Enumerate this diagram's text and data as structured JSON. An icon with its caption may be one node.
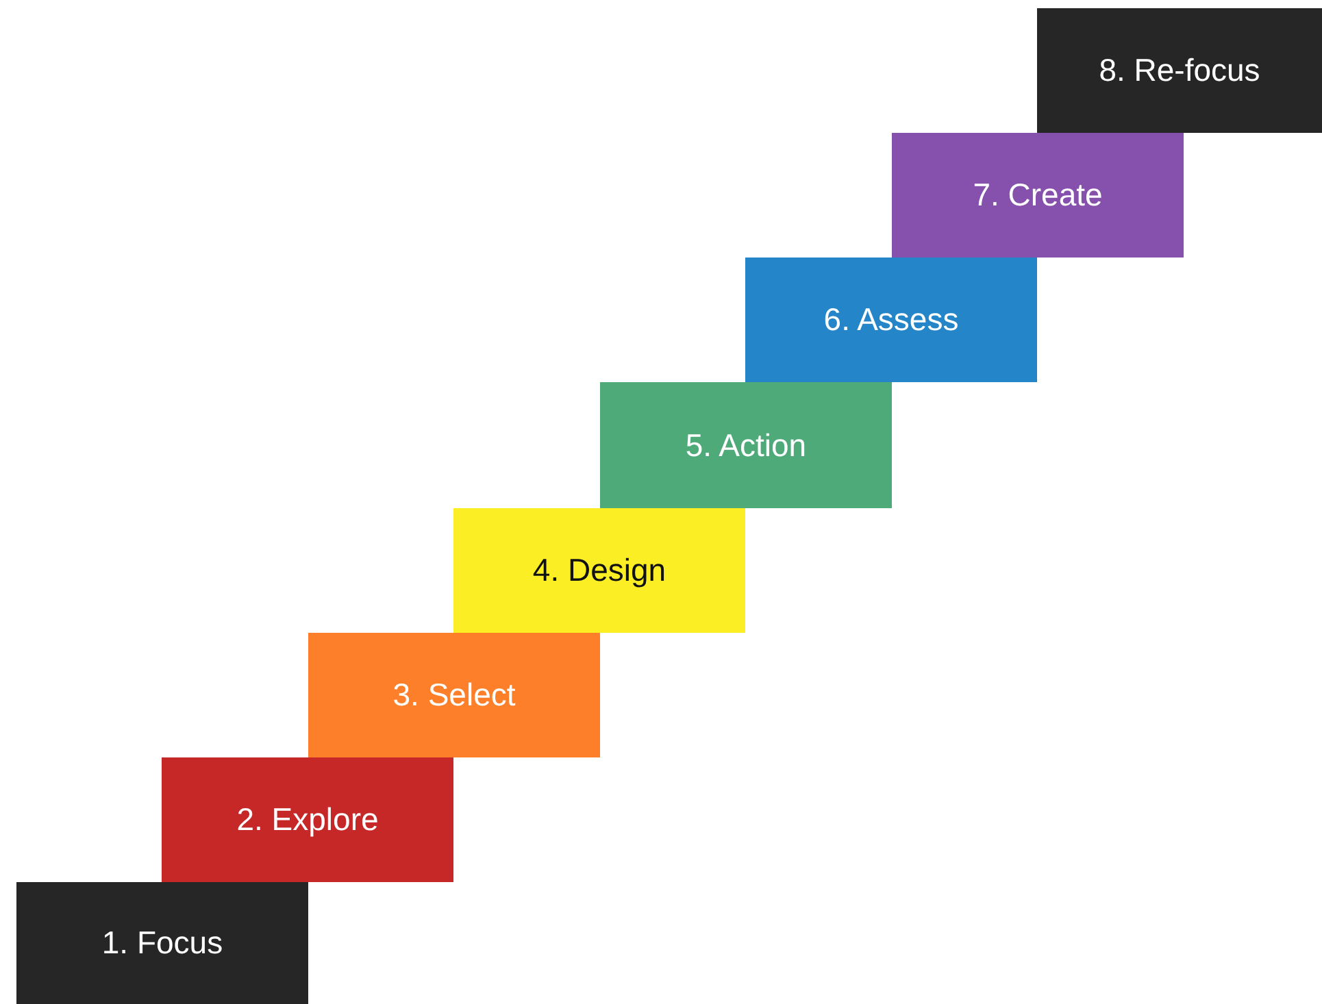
{
  "diagram": {
    "nodes": [
      {
        "text": [
          "1. Focus"
        ]
      },
      {
        "text": [
          "2. Explore"
        ]
      },
      {
        "text": [
          "3. Select"
        ]
      },
      {
        "text": [
          "4. Design"
        ]
      },
      {
        "text": [
          "5. Action"
        ]
      },
      {
        "text": [
          "6. Assess"
        ]
      },
      {
        "text": [
          "7. Create"
        ]
      },
      {
        "text": [
          "8. Re-focus"
        ]
      }
    ]
  }
}
